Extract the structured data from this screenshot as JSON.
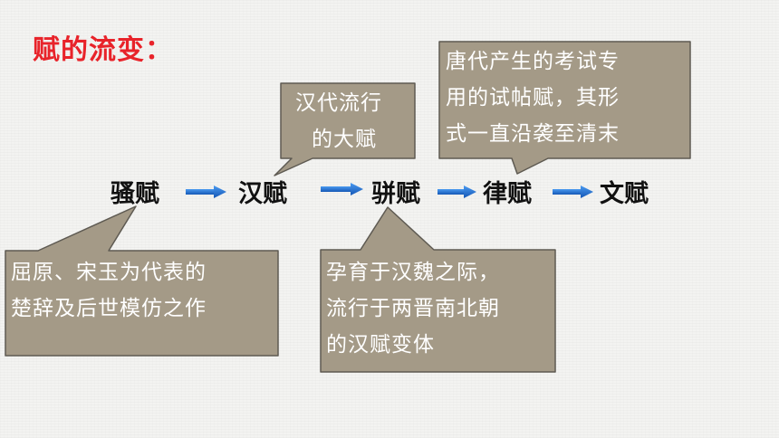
{
  "title": "赋的流变：",
  "nodes": [
    "骚赋",
    "汉赋",
    "骈赋",
    "律赋",
    "文赋"
  ],
  "callouts": {
    "han": [
      "汉代流行",
      "的大赋"
    ],
    "lv": [
      "唐代产生的考试专",
      "用的试帖赋，其形",
      "式一直沿袭至清末"
    ],
    "sao": [
      "屈原、宋玉为代表的",
      "楚辞及后世模仿之作"
    ],
    "pian": [
      "孕育于汉魏之际，",
      "流行于两晋南北朝",
      "的汉赋变体"
    ]
  },
  "colors": {
    "title": "#e8232a",
    "callout_fill": "#a49a87",
    "callout_stroke": "#5e5a52",
    "arrow": "#1f6fd2"
  }
}
